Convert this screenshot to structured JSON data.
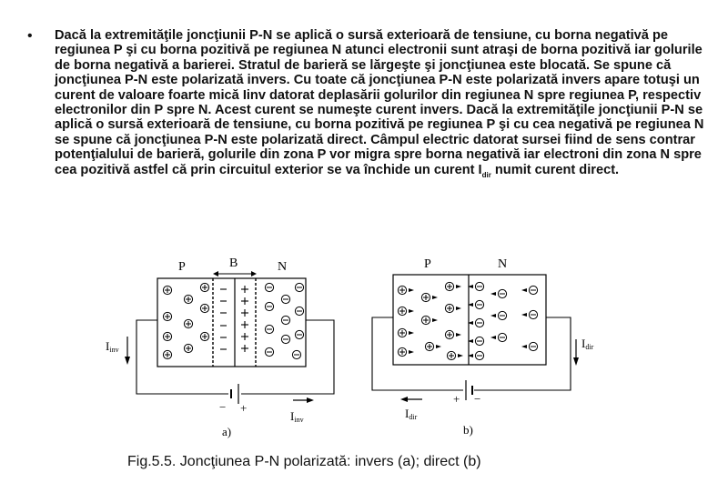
{
  "paragraph": {
    "bullet": "•",
    "before_sub": "Dacă la extremităţile joncţiunii P-N se aplică o sursă exterioară de tensiune, cu borna negativă pe regiunea P şi cu borna pozitivă pe regiunea N atunci electronii sunt atraşi de borna pozitivă iar golurile de borna negativă a barierei. Stratul de barieră se lărgeşte şi joncţiunea este blocată. Se spune că joncţiunea P-N este polarizată invers. Cu toate că joncţiunea P-N este polarizată invers apare totuşi un curent de valoare foarte mică Iinv datorat deplasării golurilor din regiunea N spre regiunea P, respectiv electronilor din P spre N. Acest curent se numeşte curent invers. Dacă la extremităţile joncţiunii P-N se aplică o sursă exterioară de tensiune, cu borna pozitivă pe regiunea P şi cu cea negativă pe regiunea N se spune că joncţiunea P-N este polarizată direct. Câmpul electric datorat sursei fiind de sens contrar potenţialului de barieră, golurile din zona P vor migra spre borna negativă iar electroni din zona N spre cea pozitivă astfel că prin circuitul exterior se va închide un curent I",
    "sub": "dir",
    "after_sub": " numit curent direct."
  },
  "figure_a": {
    "label_p": "P",
    "label_b": "B",
    "label_n": "N",
    "current_left": "I",
    "current_left_sub": "inv",
    "current_bottom": "I",
    "current_bottom_sub": "inv",
    "battery_minus": "−",
    "battery_plus": "+",
    "caption": "a)"
  },
  "figure_b": {
    "label_p": "P",
    "label_n": "N",
    "current_right": "I",
    "current_right_sub": "dir",
    "current_bottom": "I",
    "current_bottom_sub": "dir",
    "battery_plus": "+",
    "battery_minus": "−",
    "caption": "b)"
  },
  "figure_caption": "Fig.5.5. Joncţiunea P-N polarizată: invers (a); direct (b)"
}
